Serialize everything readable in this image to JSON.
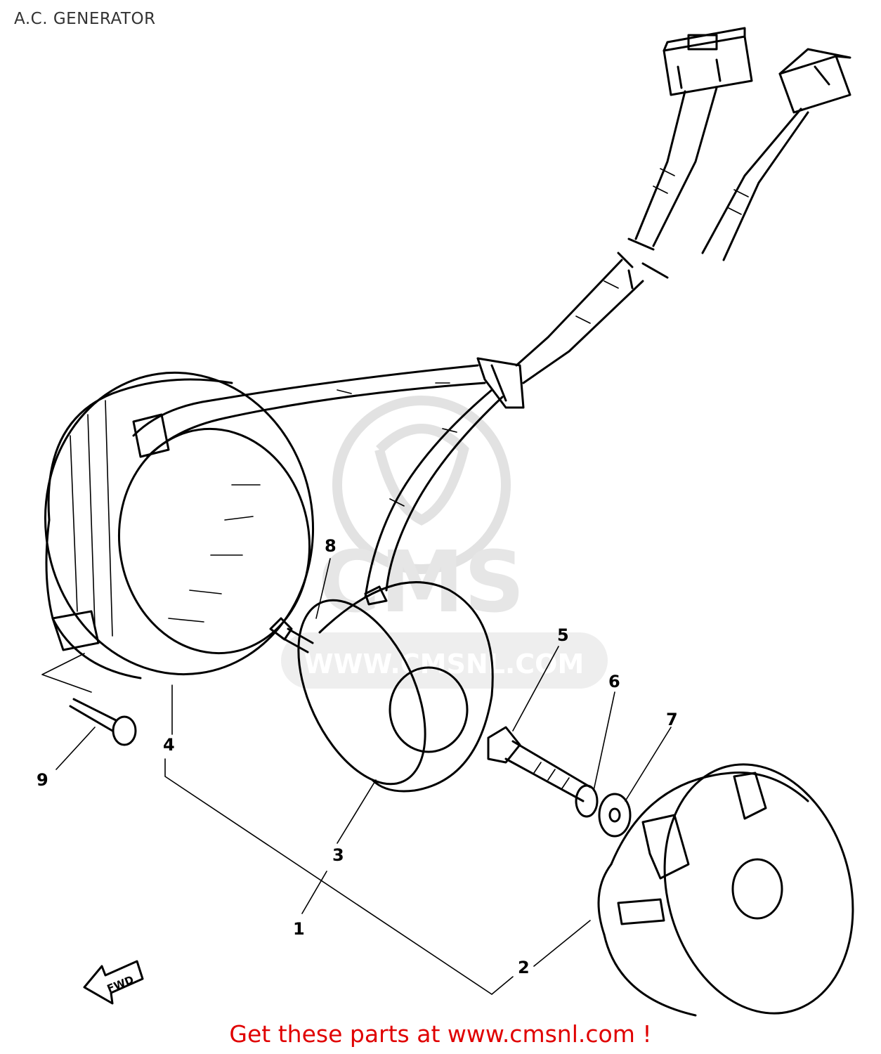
{
  "title": "A.C. GENERATOR",
  "footer": "Get these parts at www.cmsnl.com !",
  "watermark": {
    "brand": "CMS",
    "url": "WWW.CMSNL.COM",
    "color": "#e2e2e2"
  },
  "callouts": {
    "c1": "1",
    "c2": "2",
    "c3": "3",
    "c4": "4",
    "c5": "5",
    "c6": "6",
    "c7": "7",
    "c8": "8",
    "c9": "9"
  },
  "fwd_label": "FWD",
  "colors": {
    "line": "#000000",
    "footer": "#e00000",
    "title": "#333333"
  }
}
